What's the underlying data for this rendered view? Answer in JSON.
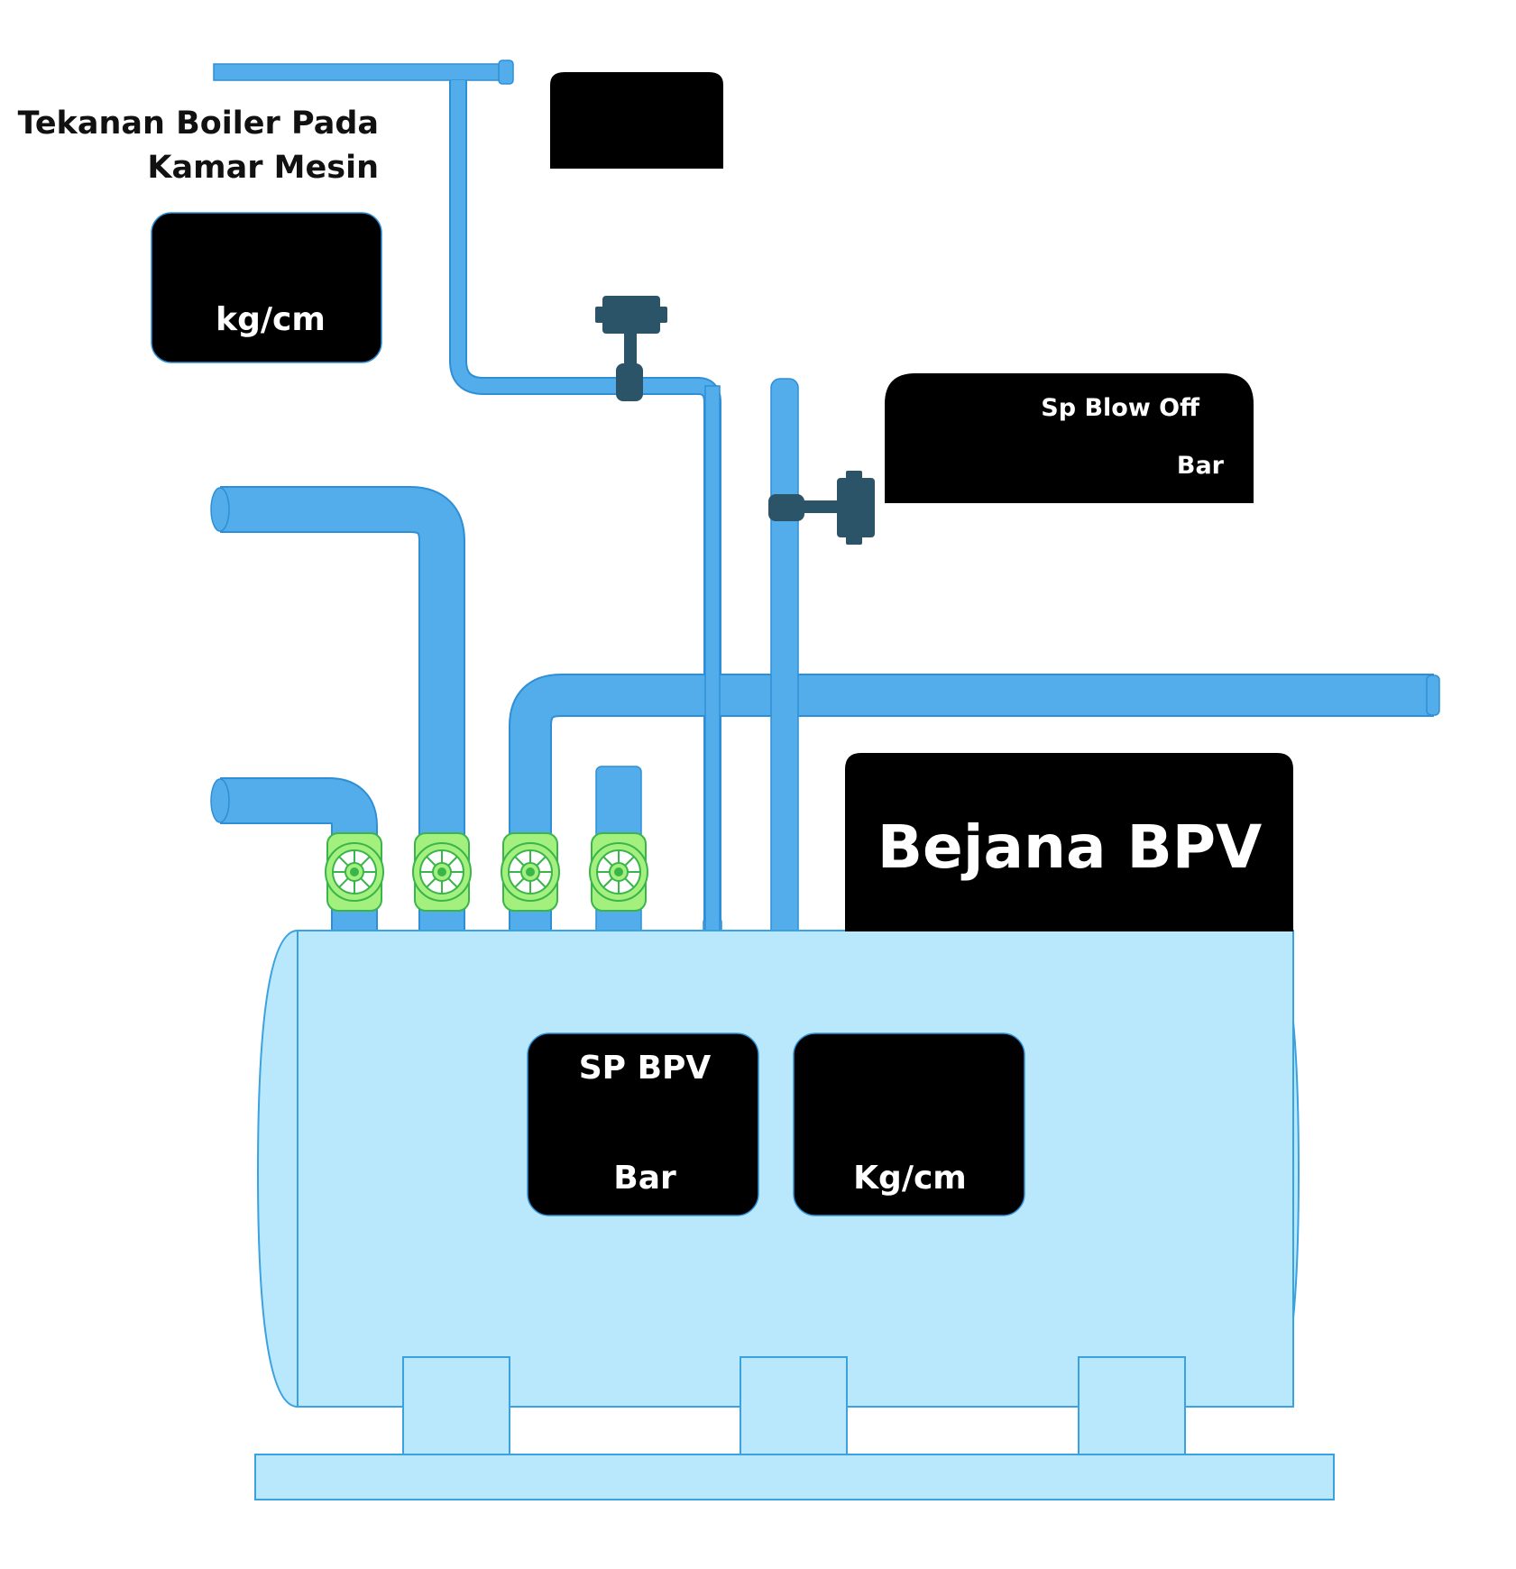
{
  "boiler_pressure": {
    "title_line1": "Tekanan Boiler Pada",
    "title_line2": "Kamar Mesin",
    "unit": "kg/cm"
  },
  "blow_off": {
    "label": "Sp Blow Off",
    "unit": "Bar"
  },
  "vessel": {
    "title": "Bejana BPV"
  },
  "sp_bpv": {
    "label": "SP BPV",
    "unit": "Bar"
  },
  "vessel_pressure": {
    "unit": "Kg/cm"
  },
  "colors": {
    "pipe": "#52adea",
    "pipe_stroke": "#2f8fd6",
    "vessel": "#b9e8fc",
    "vessel_stroke": "#3aa2e0",
    "valve": "#a3f07e",
    "valve_stroke": "#39b54a",
    "transmitter": "#2b5469",
    "panel": "#000000",
    "panel_text": "#ffffff"
  }
}
